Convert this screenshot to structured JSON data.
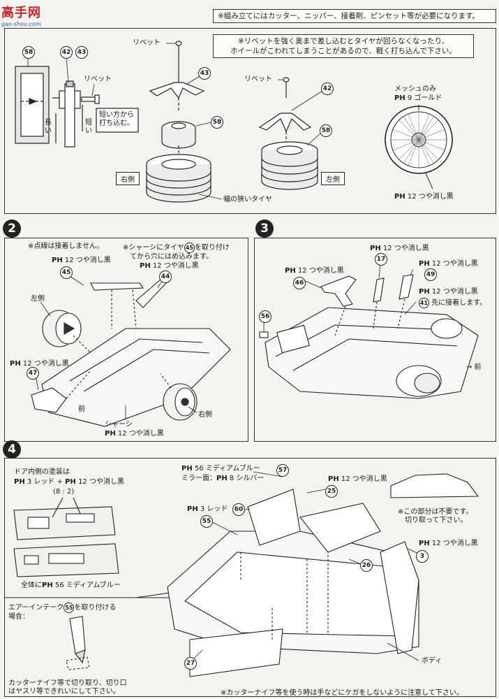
{
  "watermark": {
    "title": "高手网",
    "url": "gao-shou.com"
  },
  "header": {
    "tools_note": "※組み立てにはカッター、ニッパー、接着剤、ピンセット等が必要になります。"
  },
  "step1": {
    "rivet_note_line1": "※リベットを強く奥まで差し込むとタイヤが回らなくなったり、",
    "rivet_note_line2": "ホイールがこわれてしまうことがあるので、軽く打ち込んで下さい。",
    "p58": "58",
    "p42": "42",
    "p43": "43",
    "rivet_label": "リベット",
    "long_label": "長い",
    "short_label": "短い",
    "short_side_note1": "短い方から",
    "short_side_note2": "打ち込む。",
    "right_side": "右側",
    "left_side": "左側",
    "narrow_tire": "幅の狭いタイヤ",
    "mesh_only": "メッシュのみ",
    "gold": "9 ゴールド",
    "matte_black": "12 つや消し黒"
  },
  "step2": {
    "number": "2",
    "dotted_note": "※点線は接着しません。",
    "chassis_note1": "※シャーシにタイヤ",
    "chassis_note_part": "45",
    "chassis_note2": "を取り付け",
    "chassis_note3": "てから穴にはめ込みます。",
    "matte_black": "12 つや消し黒",
    "p45": "45",
    "p44": "44",
    "p47": "47",
    "left_side": "左側",
    "front": "前",
    "chassis": "シャーシ",
    "right_side": "右側"
  },
  "step3": {
    "number": "3",
    "matte_black": "12 つや消し黒",
    "p17": "17",
    "p46": "46",
    "p49": "49",
    "p56": "56",
    "p41": "41",
    "first_glue": "先に接着します。",
    "front": "→ 前"
  },
  "step4": {
    "number": "4",
    "door_paint_title": "ドア内側の塗装は",
    "door_paint_mix": "3 レッド + ",
    "door_paint_black": "12 つや消し黒",
    "ratio": "(8 : 2)",
    "whole_blue": "全体に",
    "whole_blue2": "56 ミディアムブルー",
    "medium_blue": "56 ミディアムブルー",
    "mirror_silver": "ミラー面：",
    "silver": "8 シルバー",
    "red": "3 レッド",
    "matte_black": "12 つや消し黒",
    "p57": "57",
    "p25": "25",
    "p60": "60",
    "p55": "55",
    "p26": "26",
    "p3": "3",
    "p27": "27",
    "unneeded_note1": "※この部分は不要です。",
    "unneeded_note2": "切り取って下さい。",
    "air_intake1": "エアーインテーク",
    "air_intake_part": "55",
    "air_intake2": "を取り付ける",
    "air_intake3": "場合：",
    "cutter_note1": "カッターナイフ等で切り取り、切り口",
    "cutter_note2": "はヤスリ等できれいにして下さい。",
    "body": "ボディ",
    "safety_note": "※カッターナイフ等を使う時は手などにケガをしないように注意して下さい。"
  },
  "paint_prefix": "PH"
}
